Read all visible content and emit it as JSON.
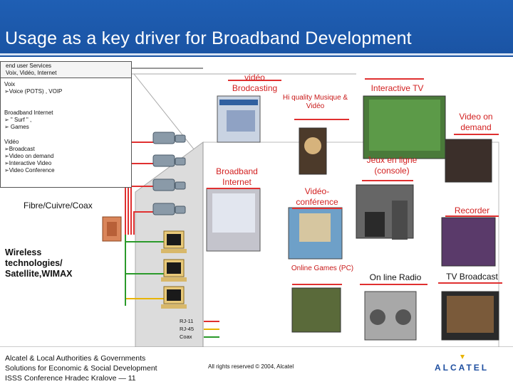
{
  "slide": {
    "title": "Usage as a key driver for Broadband Development"
  },
  "left_box": {
    "header_line1": "end user Services",
    "header_line2": "Voix, Vidéo, Internet",
    "voix_title": "Voix",
    "voix_item": "➢Voice (POTS) , VOIP",
    "internet_title": "Broadband Internet",
    "internet_items": [
      "➢ \" Surf \" ,",
      "➢ Games"
    ],
    "video_title": "Vidéo",
    "video_items": [
      "➢Broadcast",
      "➢Video on demand",
      "➢Interactive Video",
      "➢Video Conference"
    ]
  },
  "labels": {
    "fibre": "Fibre/Cuivre/Coax",
    "wireless": "Wireless technologies/ Satellite,WIMAX",
    "video_broadcasting": "vidéo Brodcasting",
    "hi_quality": "Hi quality Musique & Vidéo",
    "interactive_tv": "Interactive TV",
    "video_on_demand": "Video on demand",
    "broadband_internet": "Broadband Internet",
    "jeux_en_ligne": "Jeux en ligne (console)",
    "videoconference": "Vidéo-conférence",
    "recorder": "Recorder",
    "online_games": "Online Games (PC)",
    "online_radio": "On  line Radio",
    "tv_broadcast": "TV Broadcast"
  },
  "legend": {
    "items": [
      "RJ-11",
      "RJ-45",
      "Coax"
    ],
    "colors": [
      "#e03030",
      "#e8b400",
      "#2a9a2a"
    ]
  },
  "footer": {
    "line1": "Alcatel & Local Authorities & Governments",
    "line2": "Solutions for Economic & Social Development",
    "line3": "ISSS Conference Hradec Kralove — 11",
    "rights": "All rights reserved © 2004, Alcatel",
    "logo_text": "ALCATEL"
  },
  "colors": {
    "header_blue": "#1f5fb4",
    "accent_red": "#d21f1f"
  }
}
